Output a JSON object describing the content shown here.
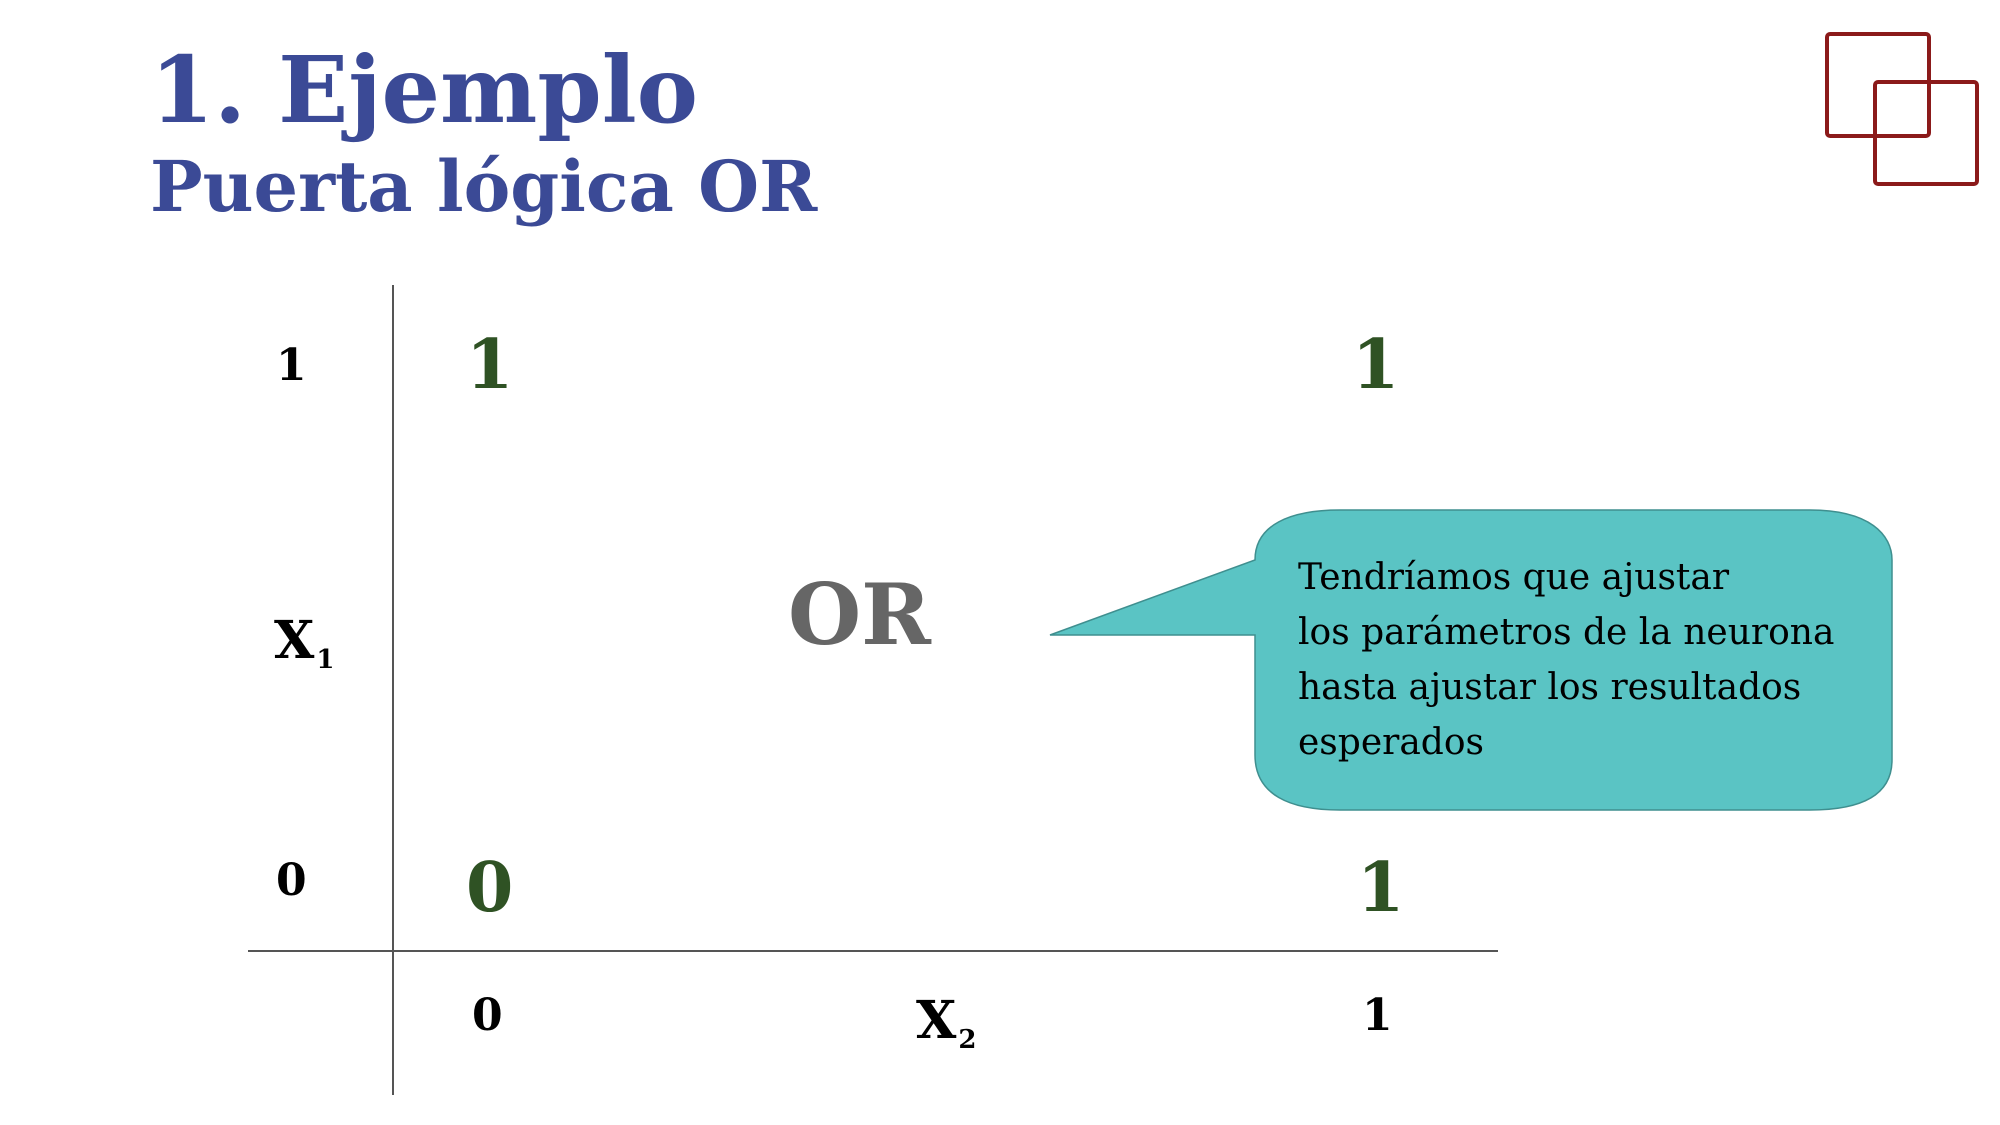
{
  "slide": {
    "title": "1. Ejemplo",
    "subtitle": "Puerta lógica OR"
  },
  "logo": {
    "icon": "overlapping-squares-logo",
    "color": "#8b1a1a"
  },
  "diagram": {
    "gate_label": "OR",
    "x1_axis": {
      "label": "X",
      "subscript": "1",
      "ticks": [
        "1",
        "0"
      ]
    },
    "x2_axis": {
      "label": "X",
      "subscript": "2",
      "ticks": [
        "0",
        "1"
      ]
    },
    "outputs": {
      "top_left": "1",
      "top_right": "1",
      "bottom_left": "0",
      "bottom_right": "1"
    },
    "output_color": "#2f5224"
  },
  "callout": {
    "lines": [
      "Tendríamos que ajustar",
      "los parámetros de la neurona",
      "hasta ajustar los resultados",
      "esperados"
    ],
    "fill": "#5ac4c4"
  }
}
